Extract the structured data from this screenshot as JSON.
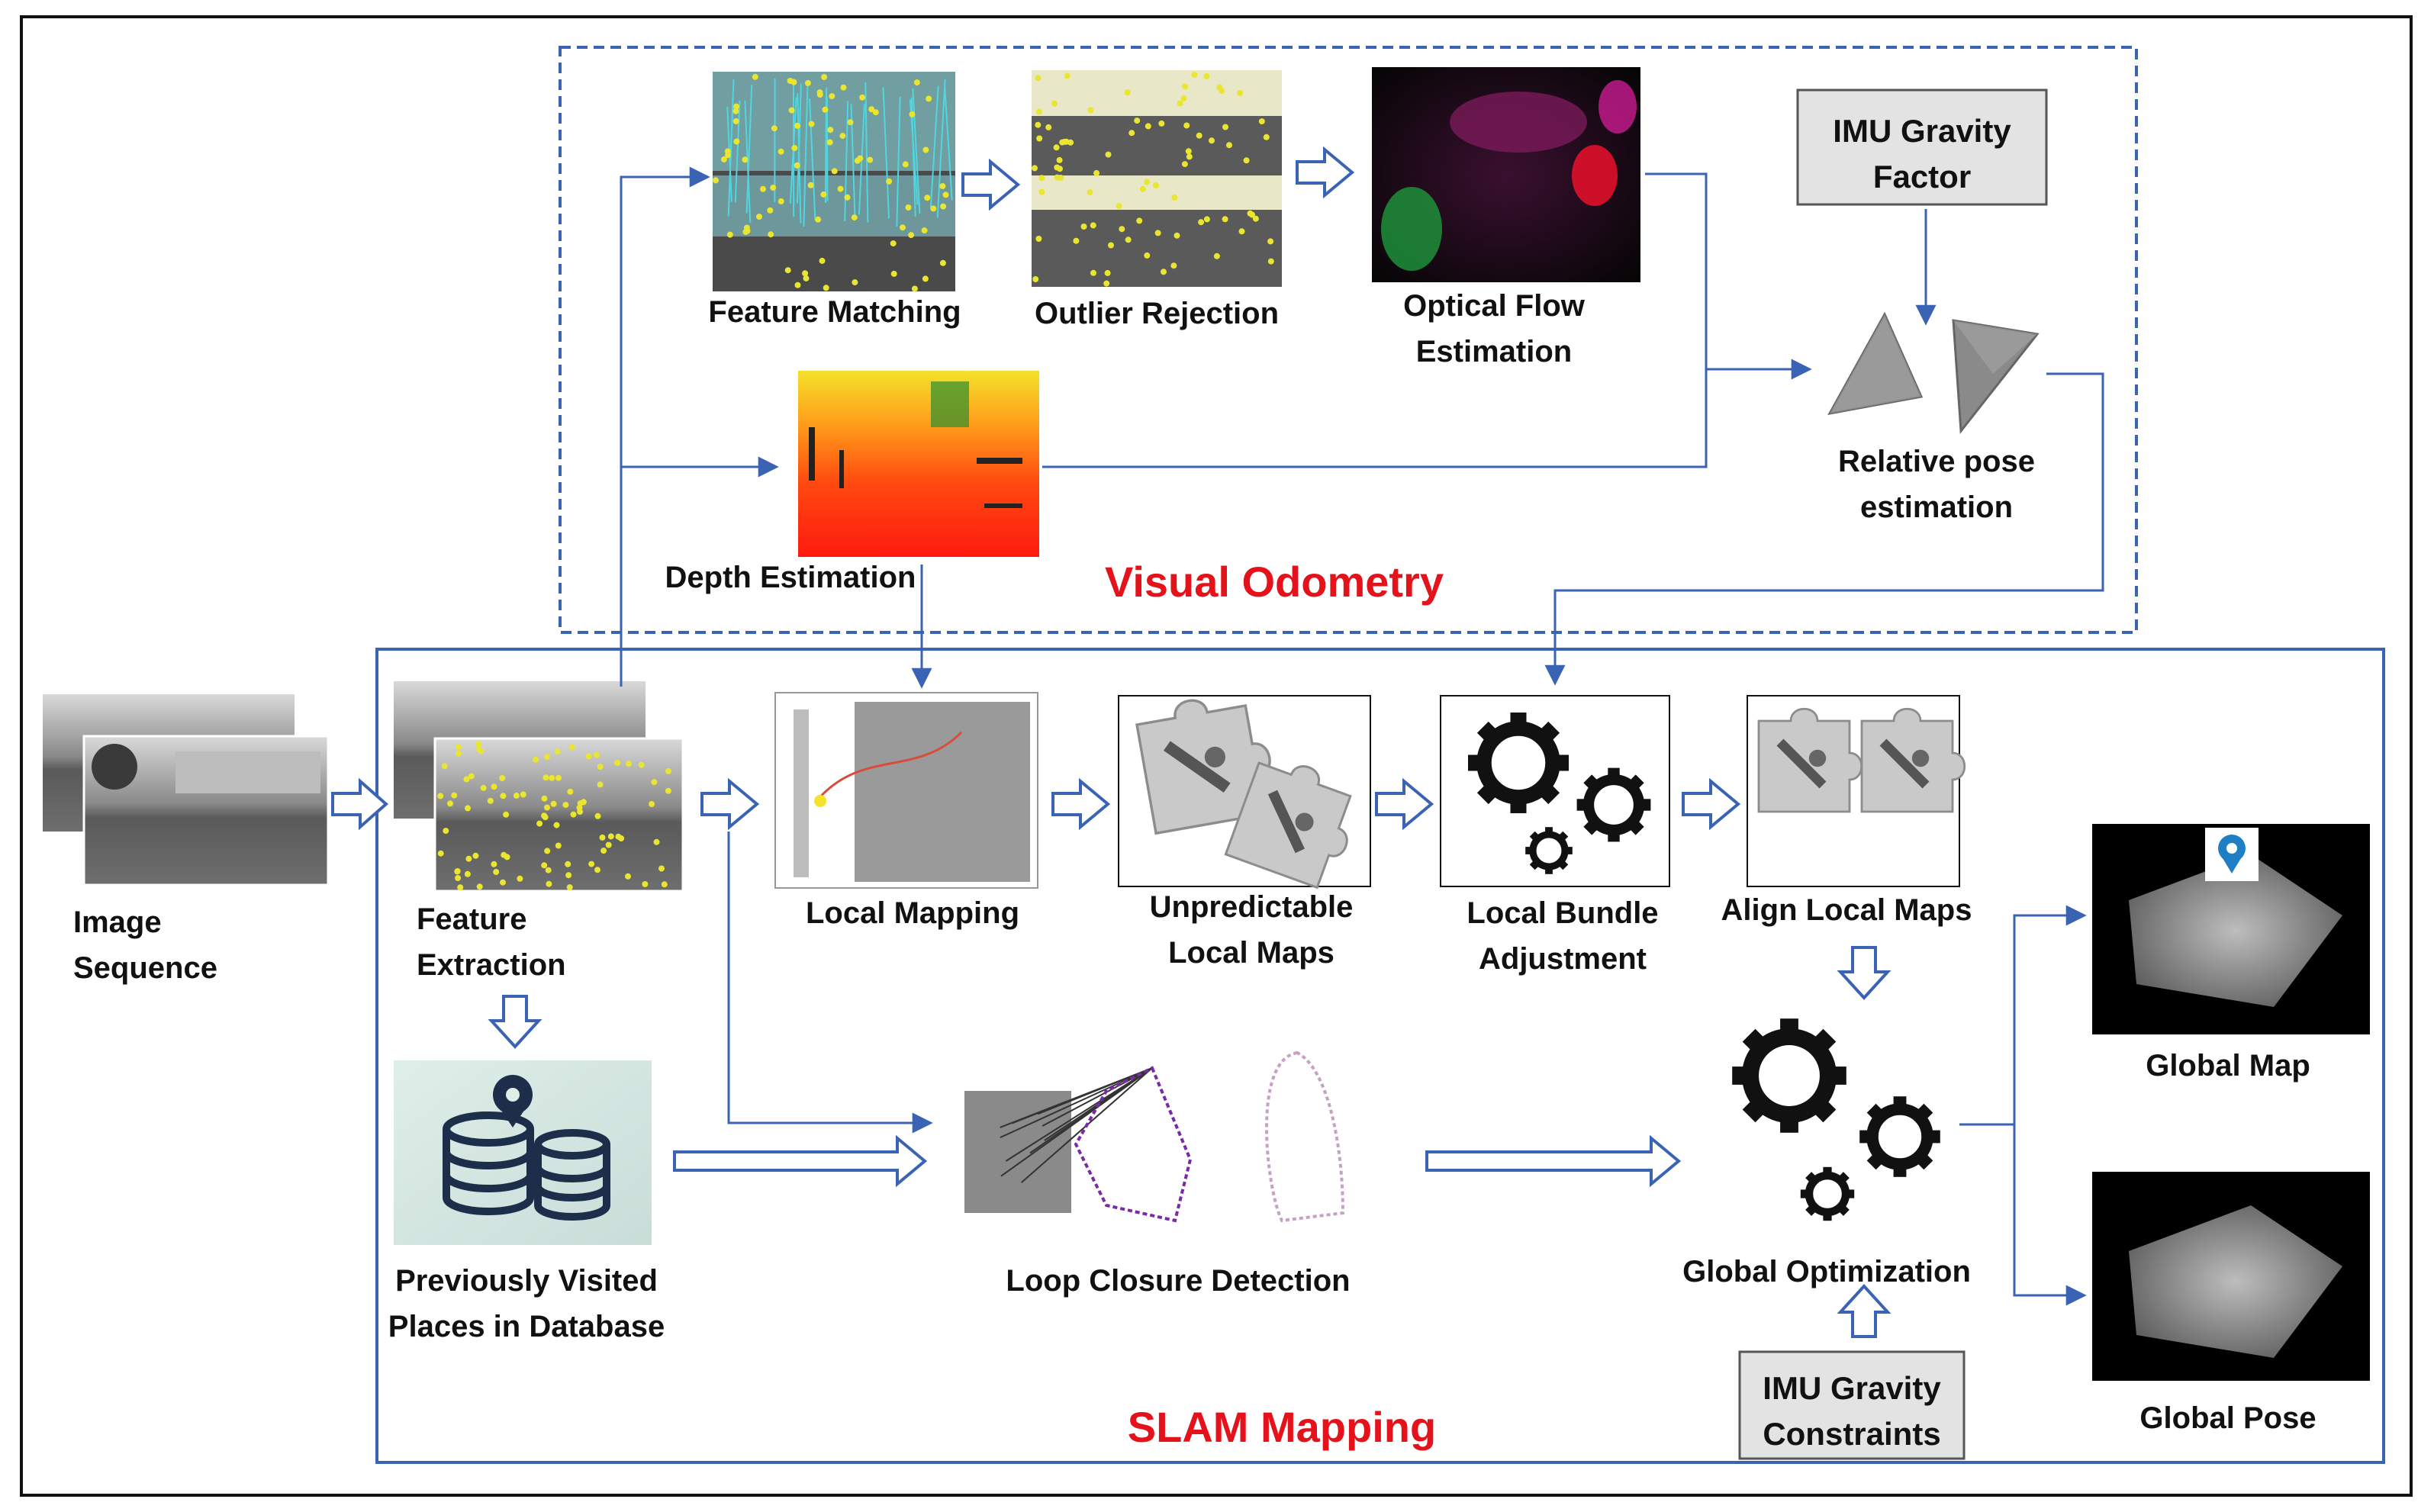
{
  "sections": {
    "visual_odometry": "Visual Odometry",
    "slam_mapping": "SLAM Mapping"
  },
  "labels": {
    "image_sequence": [
      "Image",
      "Sequence"
    ],
    "feature_extraction": [
      "Feature",
      "Extraction"
    ],
    "feature_matching": "Feature Matching",
    "outlier_rejection": "Outlier Rejection",
    "optical_flow": [
      "Optical Flow",
      "Estimation"
    ],
    "depth_estimation": "Depth Estimation",
    "imu_gravity_factor": [
      "IMU Gravity",
      "Factor"
    ],
    "relative_pose": [
      "Relative pose",
      "estimation"
    ],
    "local_mapping": "Local Mapping",
    "unpredictable_maps": [
      "Unpredictable",
      "Local Maps"
    ],
    "local_bundle": [
      "Local Bundle",
      "Adjustment"
    ],
    "align_maps": "Align Local Maps",
    "global_map": "Global Map",
    "global_pose": "Global Pose",
    "previously_visited": [
      "Previously Visited",
      "Places in Database"
    ],
    "loop_closure": "Loop Closure Detection",
    "global_optimization": "Global Optimization",
    "imu_gravity_constraints": [
      "IMU Gravity",
      "Constraints"
    ]
  },
  "colors": {
    "accent_blue": "#3a63b4",
    "title_red": "#e3121b",
    "gray_box": "#e3e3e3"
  }
}
